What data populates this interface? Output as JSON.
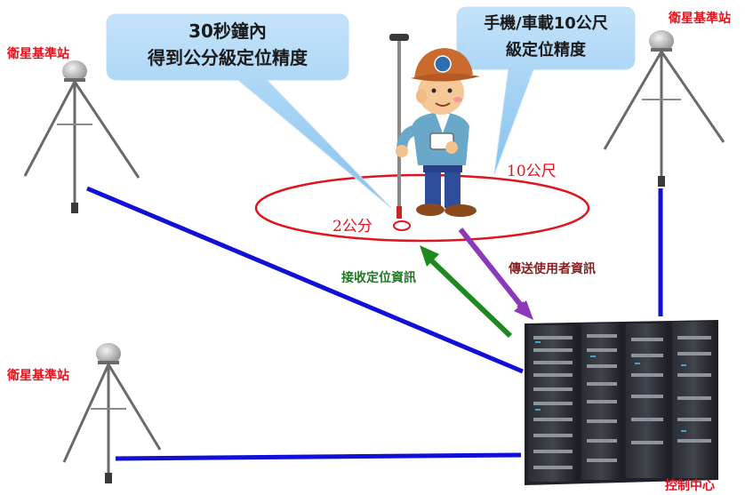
{
  "stations": {
    "top_left": "衛星基準站",
    "top_right": "衛星基準站",
    "bottom_left": "衛星基準站"
  },
  "bubble_left": {
    "line1": "30秒鐘內",
    "line2": "得到公分級定位精度"
  },
  "bubble_right": {
    "line1": "手機/車載10公尺",
    "line2": "級定位精度"
  },
  "ring_labels": {
    "big": "10公尺",
    "small": "2公分"
  },
  "arrows": {
    "send": "傳送使用者資訊",
    "receive": "接收定位資訊"
  },
  "control_center": "控制中心",
  "colors": {
    "link_line": "#1010d8",
    "ring": "#e0141e",
    "bubble_fill": "#9fd0f4",
    "send_arrow": "#8a3ab8",
    "receive_arrow": "#1e8a1e"
  }
}
